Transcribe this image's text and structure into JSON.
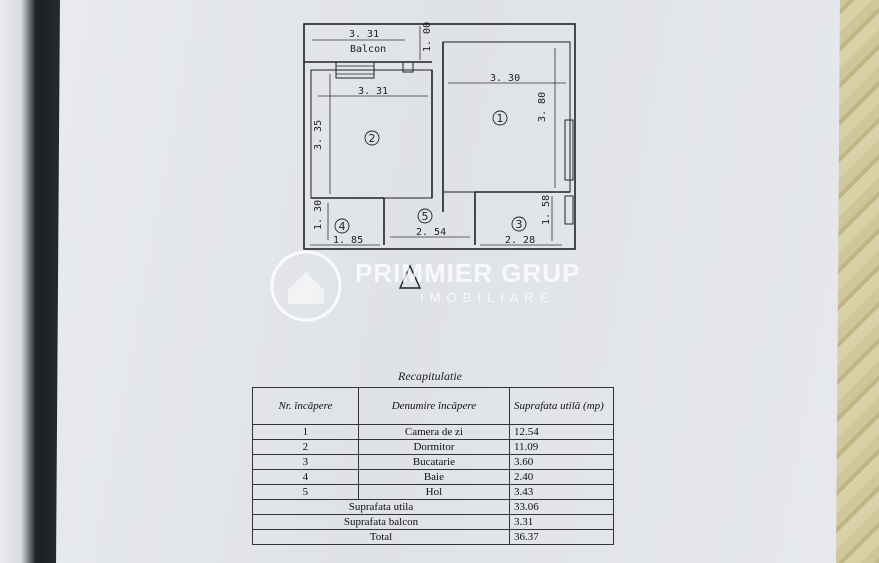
{
  "plan": {
    "labels": {
      "balcon_width": "3. 31",
      "balcon": "Balcon",
      "balcon_depth": "1. 00",
      "room1_width": "3. 30",
      "room1_height": "3. 80",
      "room2_width": "3. 31",
      "room2_height": "3. 35",
      "room4_height": "1. 30",
      "room4_width": "1. 85",
      "hall_width": "2. 54",
      "room3_height": "1. 58",
      "room3_width": "2. 28"
    },
    "room_numbers": [
      "1",
      "2",
      "3",
      "4",
      "5"
    ]
  },
  "watermark": {
    "name": "PRIMMIER GRUP",
    "sub": "IMOBILIARE"
  },
  "recap": {
    "title": "Recapitulatie",
    "headers": [
      "Nr. încăpere",
      "Denumire încăpere",
      "Suprafata utilă (mp)"
    ],
    "rows": [
      [
        "1",
        "Camera de zi",
        "12.54"
      ],
      [
        "2",
        "Dormitor",
        "11.09"
      ],
      [
        "3",
        "Bucatarie",
        "3.60"
      ],
      [
        "4",
        "Baie",
        "2.40"
      ],
      [
        "5",
        "Hol",
        "3.43"
      ]
    ],
    "totals": [
      [
        "Suprafata utila",
        "33.06"
      ],
      [
        "Suprafata balcon",
        "3.31"
      ],
      [
        "Total",
        "36.37"
      ]
    ]
  }
}
